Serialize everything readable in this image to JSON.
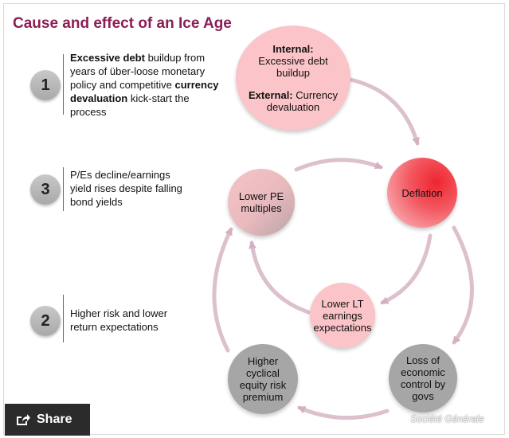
{
  "title": "Cause and effect of an Ice Age",
  "steps": [
    {
      "number": "1",
      "parts": [
        {
          "text": "Excessive debt",
          "bold": true
        },
        {
          "text": " buildup from years of über-loose monetary policy and competitive ",
          "bold": false
        },
        {
          "text": "currency devaluation",
          "bold": true
        },
        {
          "text": " kick-start the process",
          "bold": false
        }
      ]
    },
    {
      "number": "3",
      "parts": [
        {
          "text": "P/Es decline/earnings yield rises despite falling bond yields",
          "bold": false
        }
      ]
    },
    {
      "number": "2",
      "parts": [
        {
          "text": "Higher risk and lower return expectations",
          "bold": false
        }
      ]
    }
  ],
  "nodes": {
    "top": {
      "internal_label": "Internal:",
      "internal_text": "Excessive debt buildup",
      "external_label": "External:",
      "external_text": " Currency devaluation"
    },
    "deflation": "Deflation",
    "lower_pe": "Lower PE multiples",
    "lower_lt": "Lower LT earnings expectations",
    "loss_control": "Loss of economic control by govs",
    "higher_risk": "Higher cyclical equity risk premium"
  },
  "source": "Société Générale",
  "share_label": "Share",
  "colors": {
    "title": "#8c1d56",
    "arrow": "#d4b0c2",
    "pink": "#fbc4c8",
    "red": "#ee2630",
    "grey": "#a6a6a6"
  }
}
